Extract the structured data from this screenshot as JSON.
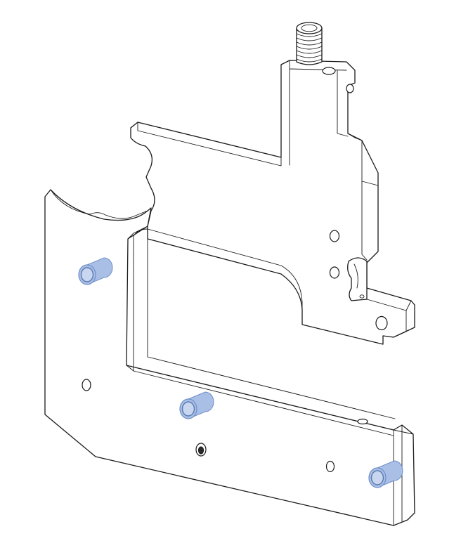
{
  "drawing": {
    "subject": "",
    "colors": {
      "line": "#1a1a1a",
      "background": "#ffffff",
      "highlight_fill": "#a9bfe6",
      "highlight_stroke": "#6f8fc9"
    },
    "highlighted_parts": [
      {
        "name": "standoff-left-upper",
        "icon": "cylindrical-standoff-icon"
      },
      {
        "name": "standoff-bottom-middle",
        "icon": "cylindrical-standoff-icon"
      },
      {
        "name": "standoff-bottom-right",
        "icon": "cylindrical-standoff-icon"
      }
    ]
  }
}
